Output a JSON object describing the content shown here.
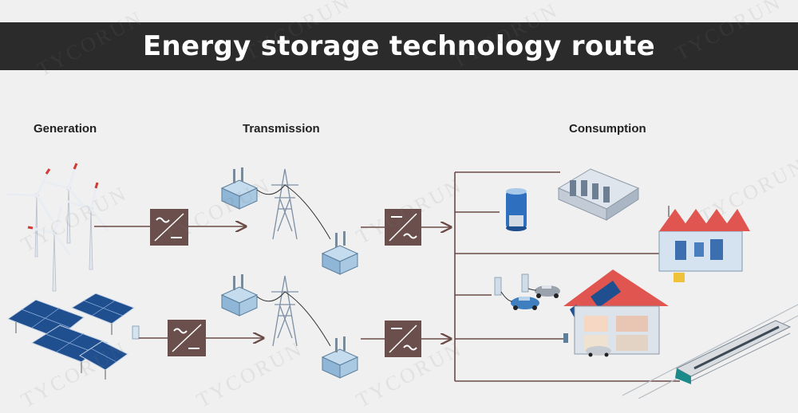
{
  "header": {
    "title": "Energy storage technology route"
  },
  "sections": {
    "generation": "Generation",
    "transmission": "Transmission",
    "consumption": "Consumption"
  },
  "watermark": {
    "text": "TYCORUN"
  },
  "colors": {
    "title_bg": "#2b2b2b",
    "converter": "#6a4f4c",
    "line": "#6b4a45",
    "panel": "#1f4f8f",
    "roof": "#e0554f",
    "battery": "#2f6fc0"
  }
}
